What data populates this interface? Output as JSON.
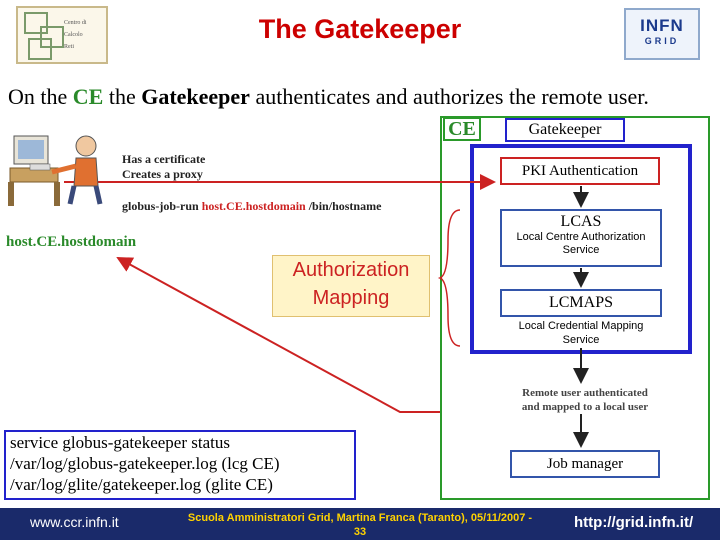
{
  "header": {
    "title": "The Gatekeeper",
    "logo_left_lines": [
      "Centro di",
      "Calcolo",
      "Reti"
    ],
    "logo_right_top": "INFN",
    "logo_right_bottom": "GRID"
  },
  "subtitle": {
    "part1": "On the ",
    "ce": "CE",
    "part2": " the ",
    "gatekeeper": "Gatekeeper",
    "part3": " authenticates and authorizes the remote user."
  },
  "diagram": {
    "ce_label": "CE",
    "gatekeeper_label": "Gatekeeper",
    "pki_label": "PKI Authentication",
    "lcas_name": "LCAS",
    "lcas_desc": "Local Centre Authorization Service",
    "lcmaps_name": "LCMAPS",
    "lcmaps_desc": "Local Credential Mapping Service",
    "auth_mapping_line1": "Authorization",
    "auth_mapping_line2": "Mapping",
    "remote_line1": "Remote user authenticated",
    "remote_line2": "and mapped to a local user",
    "job_manager": "Job manager",
    "cert_line1": "Has a certificate",
    "cert_line2": "Creates a proxy",
    "cmd_prefix": "globus-job-run ",
    "cmd_host": "host.CE.hostdomain",
    "cmd_suffix": "  /bin/hostname",
    "host_label": "host.CE.hostdomain",
    "colors": {
      "title_red": "#cc0000",
      "ce_green": "#2a8a2a",
      "gatekeeper_blue": "#2222cc",
      "arrow_red": "#cc2222",
      "footer_navy": "#1a2a6a"
    }
  },
  "service_box": {
    "line1": "service globus-gatekeeper status",
    "line2": "/var/log/globus-gatekeeper.log (lcg CE)",
    "line3": "/var/log/glite/gatekeeper.log (glite CE)"
  },
  "footer": {
    "left": "www.ccr.infn.it",
    "mid_line1": "Scuola Amministratori Grid, Martina Franca (Taranto), 05/11/2007 -",
    "mid_line2": "33",
    "right": "http://grid.infn.it/"
  }
}
